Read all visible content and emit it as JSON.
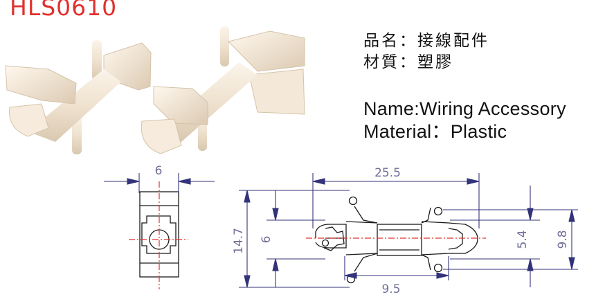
{
  "model_code": "HLS0610",
  "info_cn": {
    "name_line": "品名：接線配件",
    "material_line": "材質：塑膠"
  },
  "info_en": {
    "name_line": "Name:Wiring Accessory",
    "material_line": "Material：Plastic"
  },
  "dimensions": {
    "side_width": "6",
    "overall_length": "25.5",
    "height_left": "14.7",
    "hole_left": "6",
    "center_span": "9.5",
    "hole_right": "5.4",
    "height_right": "9.8"
  },
  "colors": {
    "model_code": "#e0312e",
    "dimension_lines": "#33337a",
    "centerline": "#e0312e",
    "part_photo": "#f2e6d6"
  }
}
